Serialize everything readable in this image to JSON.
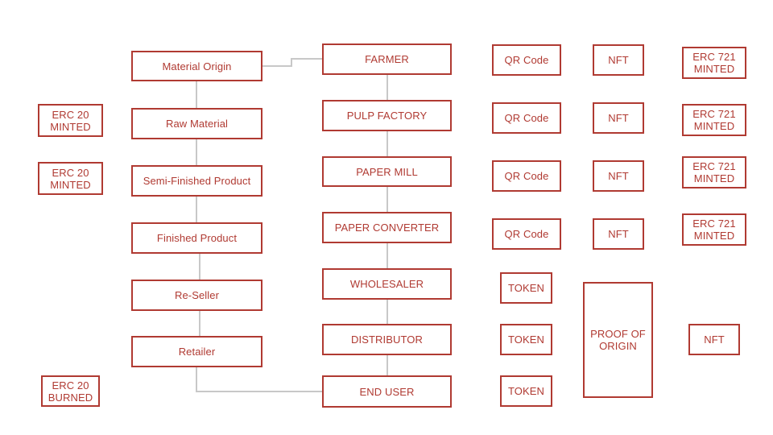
{
  "colors": {
    "accent": "#b03a32",
    "connector": "#c8c8c8"
  },
  "chain_left": {
    "material_origin": "Material Origin",
    "raw_material": "Raw Material",
    "semi_finished": "Semi-Finished Product",
    "finished": "Finished Product",
    "reseller": "Re-Seller",
    "retailer": "Retailer"
  },
  "chain_main": {
    "farmer": "FARMER",
    "pulp_factory": "PULP FACTORY",
    "paper_mill": "PAPER MILL",
    "paper_converter": "PAPER CONVERTER",
    "wholesaler": "WHOLESALER",
    "distributor": "DISTRIBUTOR",
    "end_user": "END USER"
  },
  "erc20": {
    "minted_1": "ERC 20\nMINTED",
    "minted_2": "ERC 20\nMINTED",
    "burned": "ERC 20\nBURNED"
  },
  "qr": {
    "row1": "QR Code",
    "row2": "QR Code",
    "row3": "QR Code",
    "row4": "QR Code"
  },
  "tokens": {
    "row1": "TOKEN",
    "row2": "TOKEN",
    "row3": "TOKEN"
  },
  "nft": {
    "row1": "NFT",
    "row2": "NFT",
    "row3": "NFT",
    "row4": "NFT",
    "proof": "NFT"
  },
  "erc721": {
    "row1": "ERC 721\nMINTED",
    "row2": "ERC 721\nMINTED",
    "row3": "ERC 721\nMINTED",
    "row4": "ERC 721\nMINTED"
  },
  "proof_of_origin": "PROOF OF\nORIGIN"
}
